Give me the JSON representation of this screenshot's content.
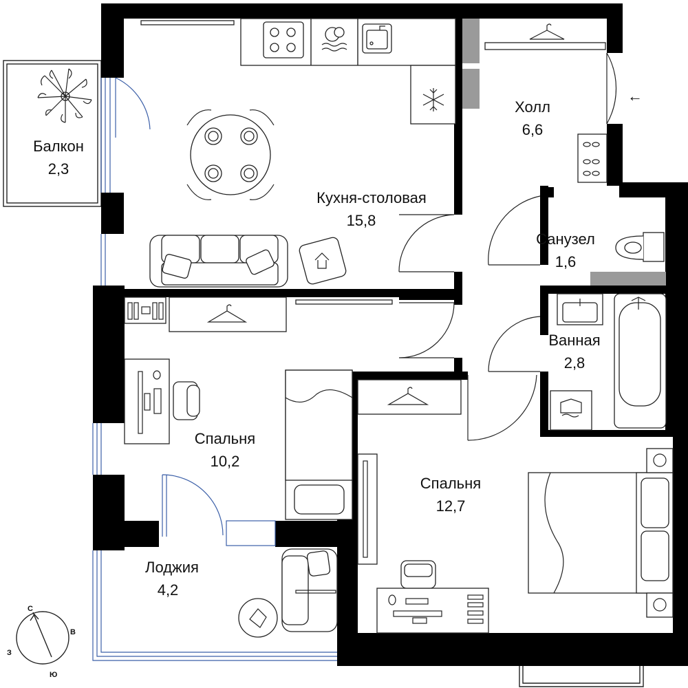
{
  "rooms": [
    {
      "id": "balcony",
      "name": "Балкон",
      "area": "2,3"
    },
    {
      "id": "kitchen",
      "name": "Кухня-столовая",
      "area": "15,8"
    },
    {
      "id": "hall",
      "name": "Холл",
      "area": "6,6"
    },
    {
      "id": "wc",
      "name": "Санузел",
      "area": "1,6"
    },
    {
      "id": "bath",
      "name": "Ванная",
      "area": "2,8"
    },
    {
      "id": "bedroom1",
      "name": "Спальня",
      "area": "10,2"
    },
    {
      "id": "bedroom2",
      "name": "Спальня",
      "area": "12,7"
    },
    {
      "id": "loggia",
      "name": "Лоджия",
      "area": "4,2"
    }
  ],
  "compass": {
    "north": "С",
    "east": "В",
    "south": "Ю",
    "west": "З"
  },
  "entrance_arrow": "←",
  "icons": [
    "palm-icon",
    "stove-icon",
    "dishes-icon",
    "sink-icon",
    "freezer-icon",
    "hanger-icon",
    "shoes-icon",
    "toilet-icon",
    "bathtub-icon",
    "washer-icon",
    "sofa-icon",
    "dining-table-icon",
    "bed-icon",
    "desk-icon",
    "armchair-icon"
  ]
}
